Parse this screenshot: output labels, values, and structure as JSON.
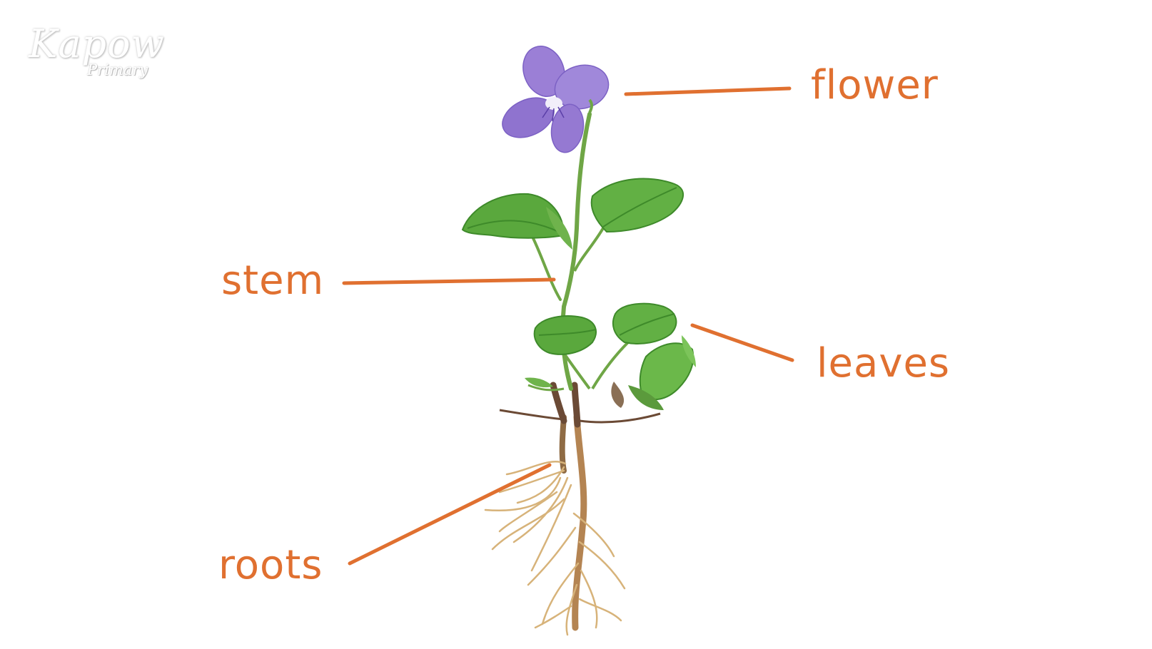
{
  "logo": {
    "main": "Kapow",
    "sub": "Primary"
  },
  "labels": {
    "flower": "flower",
    "stem": "stem",
    "leaves": "leaves",
    "roots": "roots"
  },
  "colors": {
    "accent": "#e07030",
    "petal": "#9b7fd6",
    "petal_dark": "#7c61c4",
    "leaf": "#58a83c",
    "leaf_dark": "#3e8a2a",
    "stem": "#6fa646",
    "root": "#d7b37a",
    "root_dark": "#8f6b44"
  },
  "icons": {
    "plant": "violet-plant-illustration"
  }
}
